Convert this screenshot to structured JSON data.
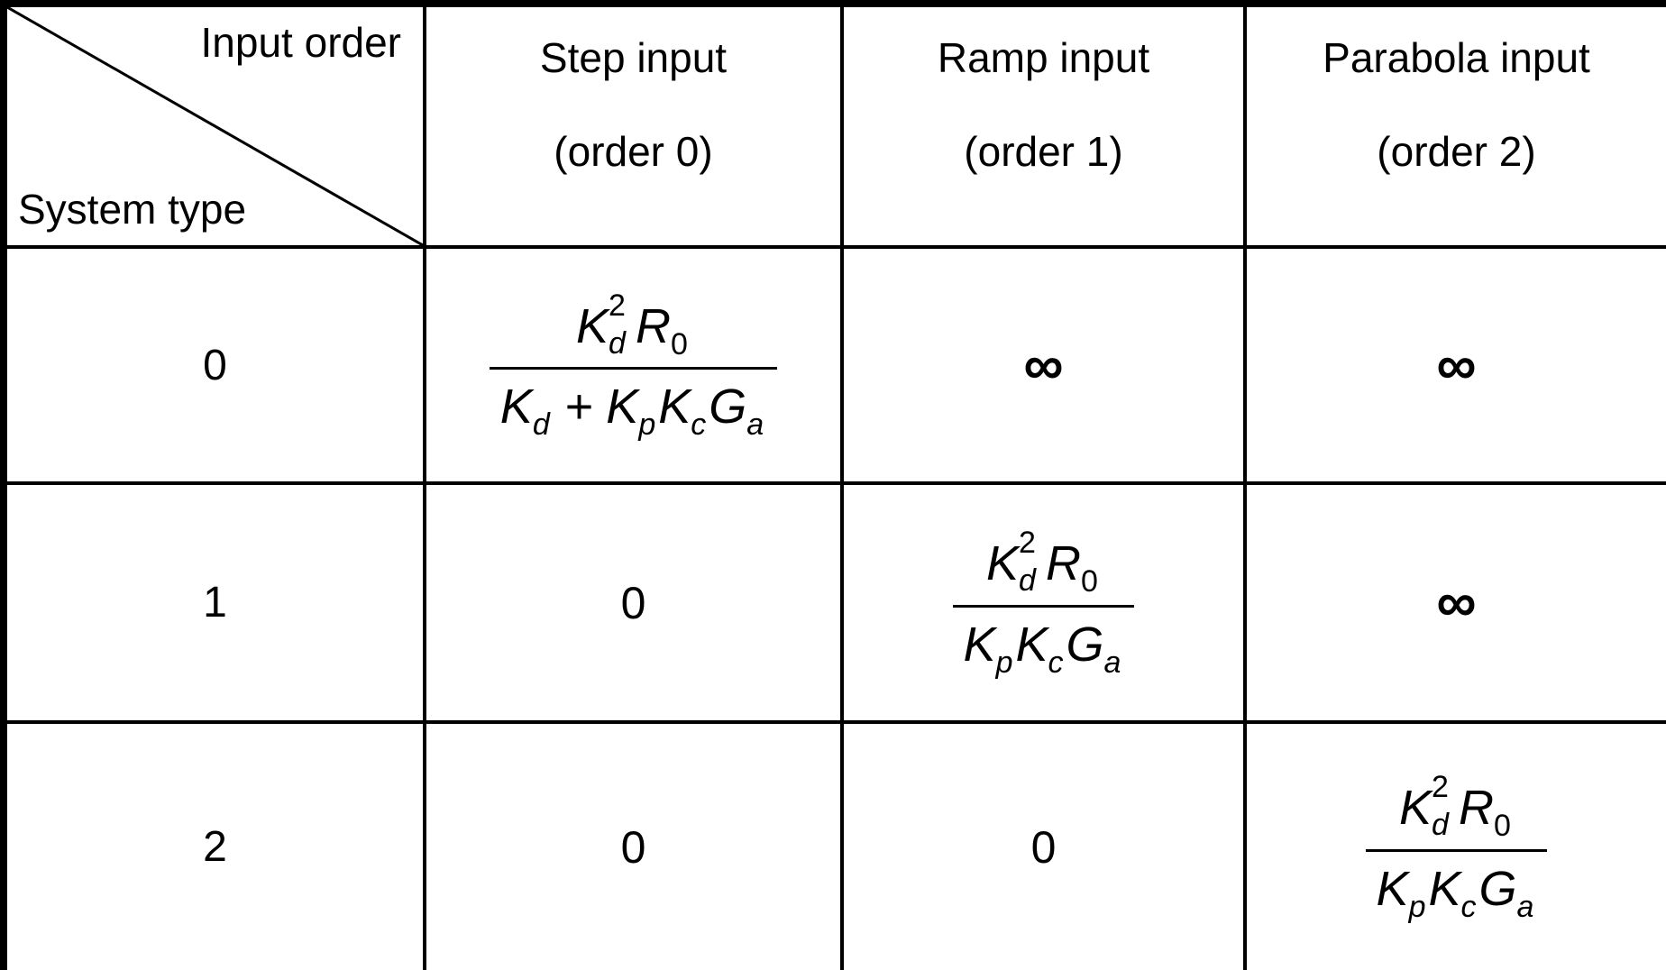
{
  "colors": {
    "foreground": "#000000",
    "background": "#ffffff"
  },
  "corner": {
    "top_right_label": "Input order",
    "bottom_left_label": "System type"
  },
  "column_headers": [
    {
      "title": "Step input",
      "subtitle": "(order 0)"
    },
    {
      "title": "Ramp input",
      "subtitle": "(order 1)"
    },
    {
      "title": "Parabola input",
      "subtitle": "(order 2)"
    }
  ],
  "rows": [
    {
      "system_type": "0",
      "step": "Kd^2*R0/(Kd+Kp*Kc*Ga)",
      "ramp": "∞",
      "parabola": "∞"
    },
    {
      "system_type": "1",
      "step": "0",
      "ramp": "Kd^2*R0/(Kp*Kc*Ga)",
      "parabola": "∞"
    },
    {
      "system_type": "2",
      "step": "0",
      "ramp": "0",
      "parabola": "Kd^2*R0/(Kp*Kc*Ga)"
    }
  ],
  "math": {
    "K": "K",
    "R": "R",
    "G": "G",
    "sup_2": "2",
    "sub_d": "d",
    "sub_p": "p",
    "sub_c": "c",
    "sub_a": "a",
    "sub_0": "0",
    "plus": "+"
  }
}
